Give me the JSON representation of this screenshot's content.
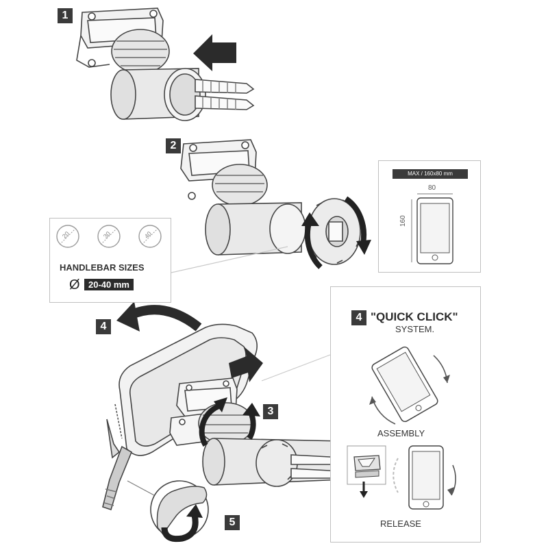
{
  "steps": {
    "s1": "1",
    "s2": "2",
    "s3": "3",
    "s4a": "4",
    "s4b": "4",
    "s5": "5"
  },
  "phone_size_box": {
    "max_label": "MAX / 160x80 mm",
    "width_label": "80",
    "height_label": "160"
  },
  "handlebar_box": {
    "sizes": [
      "20",
      "30",
      "40"
    ],
    "title": "HANDLEBAR SIZES",
    "diameter_symbol": "Ø",
    "range": "20-40 mm"
  },
  "quick_click_box": {
    "title": "\"QUICK CLICK\"",
    "subtitle": "SYSTEM.",
    "assembly_label": "ASSEMBLY",
    "release_label": "RELEASE"
  }
}
